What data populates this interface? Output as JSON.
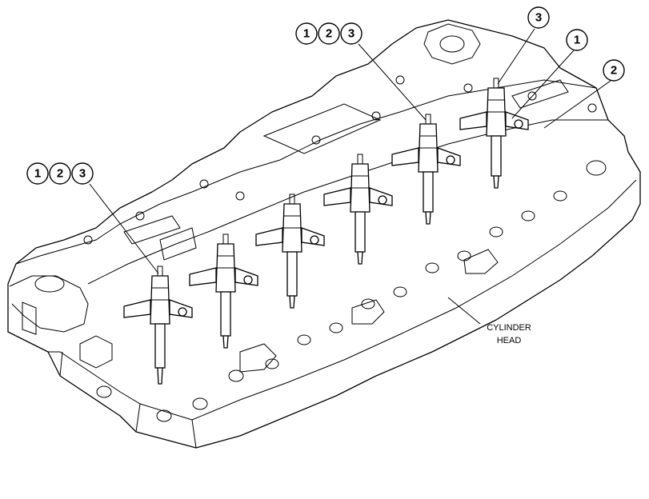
{
  "callouts": [
    {
      "id": "group-left",
      "numbers": [
        "1",
        "2",
        "3"
      ]
    },
    {
      "id": "group-middle",
      "numbers": [
        "1",
        "2",
        "3"
      ]
    },
    {
      "id": "single-3",
      "numbers": [
        "3"
      ]
    },
    {
      "id": "single-1",
      "numbers": [
        "1"
      ]
    },
    {
      "id": "single-2",
      "numbers": [
        "2"
      ]
    }
  ],
  "labels": {
    "cylinder_head_line1": "CYLINDER",
    "cylinder_head_line2": "HEAD"
  }
}
